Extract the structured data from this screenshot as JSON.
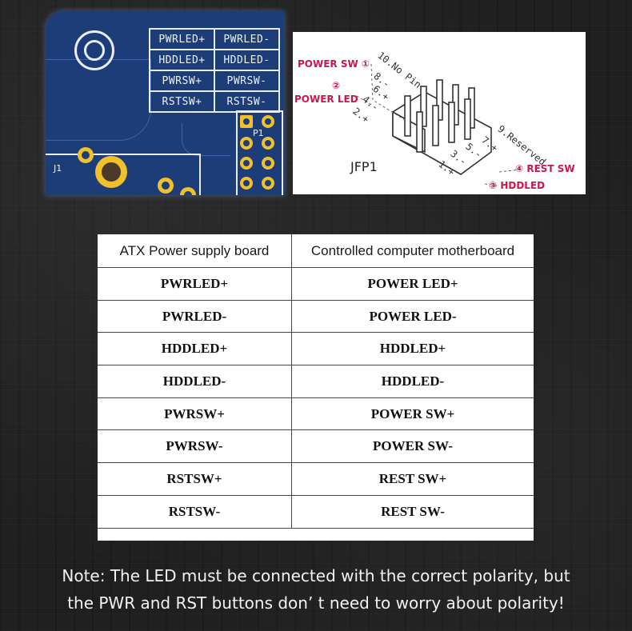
{
  "pcb": {
    "silkscreen": [
      [
        "PWRLED+",
        "PWRLED-"
      ],
      [
        "HDDLED+",
        "HDDLED-"
      ],
      [
        "PWRSW+",
        "PWRSW-"
      ],
      [
        "RSTSW+",
        "RSTSW-"
      ]
    ],
    "p1_label": "P1",
    "j1_label": "J1"
  },
  "jfp1": {
    "title": "JFP1",
    "power_sw": "POWER SW ①",
    "power_led_num": "②",
    "power_led": "POWER LED",
    "rest_sw": "④ REST SW",
    "hddled": "③ HDDLED",
    "pins": {
      "p10": "10.No Pin",
      "p8": "8.-",
      "p6": "6.+",
      "p4": "4.-",
      "p2": "2.+",
      "p9": "9.Reserved",
      "p7": "7.+",
      "p5": "5.-",
      "p3": "3.-",
      "p1": "1.+"
    }
  },
  "table": {
    "headers": [
      "ATX Power supply board",
      "Controlled computer motherboard"
    ],
    "rows": [
      [
        "PWRLED+",
        "POWER LED+"
      ],
      [
        "PWRLED-",
        "POWER LED-"
      ],
      [
        "HDDLED+",
        "HDDLED+"
      ],
      [
        "HDDLED-",
        "HDDLED-"
      ],
      [
        "PWRSW+",
        "POWER SW+"
      ],
      [
        "PWRSW-",
        "POWER SW-"
      ],
      [
        "RSTSW+",
        "REST SW+"
      ],
      [
        "RSTSW-",
        "REST SW-"
      ]
    ]
  },
  "note": {
    "line1": "Note: The LED must be connected with the correct polarity, but",
    "line2": "the PWR and RST buttons don’ t need to worry about polarity!"
  },
  "colors": {
    "pcb_blue": "#1d3d79",
    "pad_gold": "#f0c12a",
    "label_red": "#c8174c"
  }
}
